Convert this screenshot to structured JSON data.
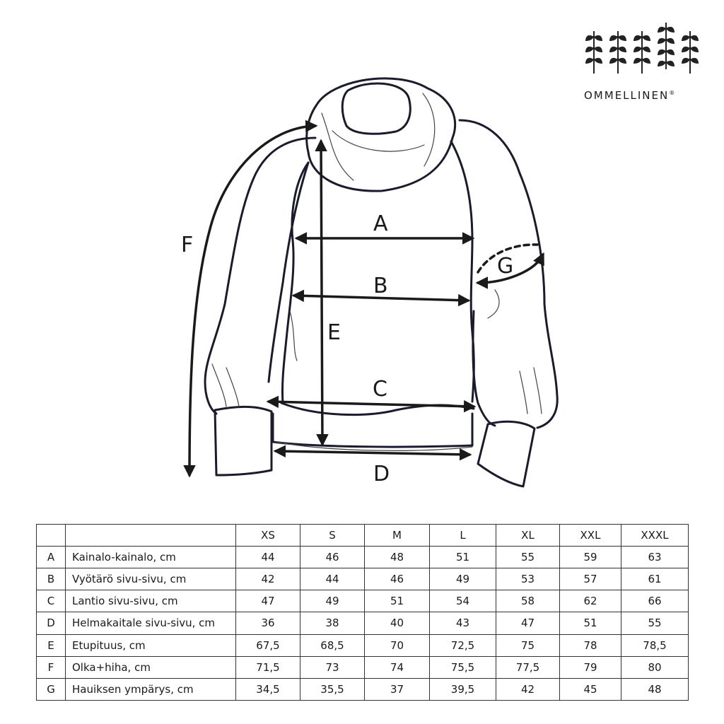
{
  "brand": {
    "name": "OMMELLINEN",
    "mark": "®"
  },
  "diagram": {
    "labels": {
      "A": "A",
      "B": "B",
      "C": "C",
      "D": "D",
      "E": "E",
      "F": "F",
      "G": "G"
    }
  },
  "table": {
    "sizes": [
      "XS",
      "S",
      "M",
      "L",
      "XL",
      "XXL",
      "XXXL"
    ],
    "rows": [
      {
        "code": "A",
        "label": "Kainalo-kainalo, cm",
        "values": [
          "44",
          "46",
          "48",
          "51",
          "55",
          "59",
          "63"
        ]
      },
      {
        "code": "B",
        "label": "Vyötärö sivu-sivu, cm",
        "values": [
          "42",
          "44",
          "46",
          "49",
          "53",
          "57",
          "61"
        ]
      },
      {
        "code": "C",
        "label": "Lantio sivu-sivu, cm",
        "values": [
          "47",
          "49",
          "51",
          "54",
          "58",
          "62",
          "66"
        ]
      },
      {
        "code": "D",
        "label": "Helmakaitale sivu-sivu, cm",
        "values": [
          "36",
          "38",
          "40",
          "43",
          "47",
          "51",
          "55"
        ]
      },
      {
        "code": "E",
        "label": "Etupituus, cm",
        "values": [
          "67,5",
          "68,5",
          "70",
          "72,5",
          "75",
          "78",
          "78,5"
        ]
      },
      {
        "code": "F",
        "label": "Olka+hiha, cm",
        "values": [
          "71,5",
          "73",
          "74",
          "75,5",
          "77,5",
          "79",
          "80"
        ]
      },
      {
        "code": "G",
        "label": "Hauiksen ympärys, cm",
        "values": [
          "34,5",
          "35,5",
          "37",
          "39,5",
          "42",
          "45",
          "48"
        ]
      }
    ]
  }
}
